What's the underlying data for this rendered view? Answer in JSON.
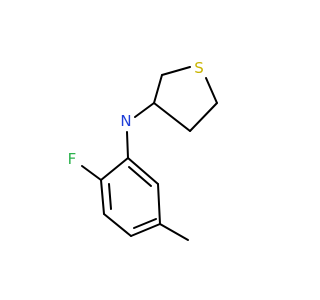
{
  "molecule": {
    "atoms": {
      "sulfur": {
        "symbol": "S",
        "color": "#c8b400"
      },
      "nitrogen": {
        "symbol": "N",
        "color": "#1f3fd8"
      },
      "fluorine": {
        "symbol": "F",
        "color": "#2bb24c"
      }
    },
    "bond_color": "#000000"
  }
}
